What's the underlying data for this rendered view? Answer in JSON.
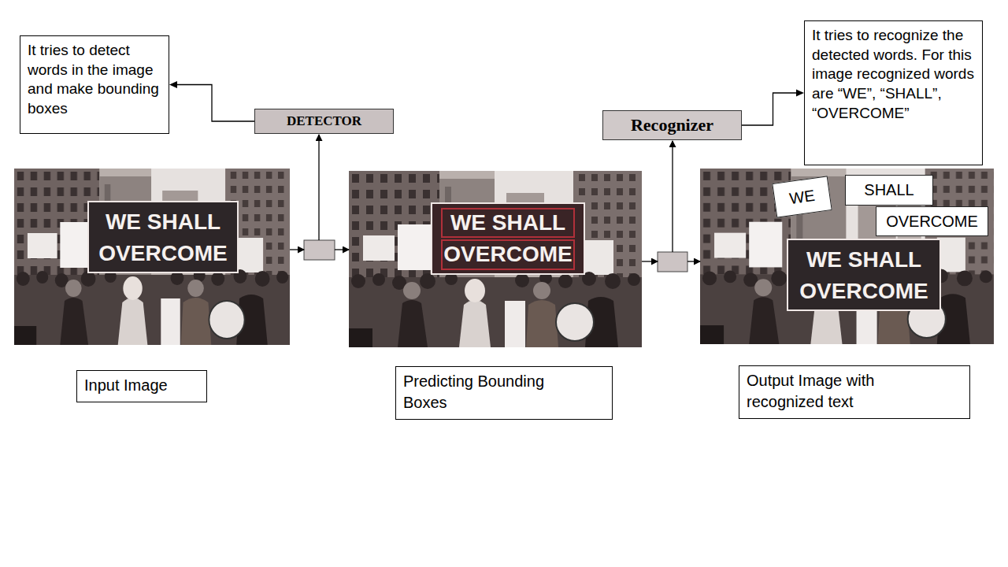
{
  "diagram": {
    "nodes": [
      {
        "text": [
          "It tries to detect words in the image and make bounding boxes"
        ]
      },
      {
        "text": [
          "DETECTOR"
        ]
      },
      {
        "text": [
          "Recognizer"
        ]
      },
      {
        "text": [
          "It tries to recognize the detected words. For this image recognized words are “WE”, “SHALL”, “OVERCOME”"
        ]
      },
      {
        "text": [
          "WE"
        ]
      },
      {
        "text": [
          "SHALL"
        ]
      },
      {
        "text": [
          "OVERCOME"
        ]
      },
      {
        "text": [
          "Input Image"
        ]
      },
      {
        "text": [
          "Predicting Bounding Boxes"
        ]
      },
      {
        "text": [
          "Output Image with recognized text"
        ]
      }
    ],
    "edges": [
      {
        "from": 1,
        "to": 0,
        "arrow": "to"
      },
      {
        "from": 2,
        "to": 3,
        "arrow": "to"
      }
    ],
    "labels": [
      "WE SHALL OVERCOME",
      "WE SHALL OVERCOME",
      "WE SHALL OVERCOME"
    ]
  }
}
